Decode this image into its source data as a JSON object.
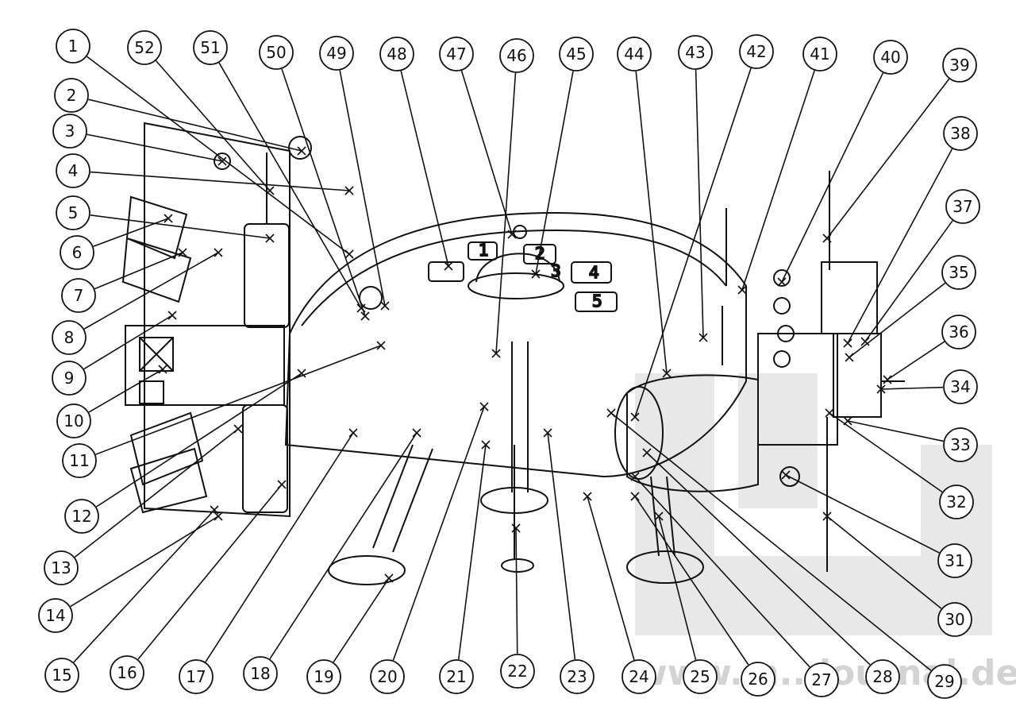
{
  "watermark": {
    "text": "www.m...journal.de",
    "color": "#cfcfcf"
  },
  "style": {
    "ink": "#111111",
    "paper": "#ffffff"
  },
  "callouts": [
    {
      "label": "1"
    },
    {
      "label": "2"
    },
    {
      "label": "3"
    },
    {
      "label": "4"
    },
    {
      "label": "5"
    },
    {
      "label": "6"
    },
    {
      "label": "7"
    },
    {
      "label": "8"
    },
    {
      "label": "9"
    },
    {
      "label": "10"
    },
    {
      "label": "11"
    },
    {
      "label": "12"
    },
    {
      "label": "13"
    },
    {
      "label": "14"
    },
    {
      "label": "15"
    },
    {
      "label": "16"
    },
    {
      "label": "17"
    },
    {
      "label": "18"
    },
    {
      "label": "19"
    },
    {
      "label": "20"
    },
    {
      "label": "21"
    },
    {
      "label": "22"
    },
    {
      "label": "23"
    },
    {
      "label": "24"
    },
    {
      "label": "25"
    },
    {
      "label": "26"
    },
    {
      "label": "27"
    },
    {
      "label": "28"
    },
    {
      "label": "29"
    },
    {
      "label": "30"
    },
    {
      "label": "31"
    },
    {
      "label": "32"
    },
    {
      "label": "33"
    },
    {
      "label": "34"
    },
    {
      "label": "35"
    },
    {
      "label": "36"
    },
    {
      "label": "37"
    },
    {
      "label": "38"
    },
    {
      "label": "39"
    },
    {
      "label": "40"
    },
    {
      "label": "41"
    },
    {
      "label": "42"
    },
    {
      "label": "43"
    },
    {
      "label": "44"
    },
    {
      "label": "45"
    },
    {
      "label": "46"
    },
    {
      "label": "47"
    },
    {
      "label": "48"
    },
    {
      "label": "49"
    },
    {
      "label": "50"
    },
    {
      "label": "51"
    },
    {
      "label": "52"
    }
  ],
  "dome_panel_numbers": [
    "1",
    "2",
    "3",
    "4",
    "5"
  ]
}
